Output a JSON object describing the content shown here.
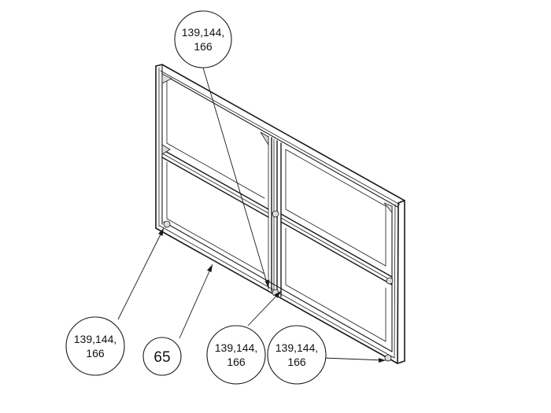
{
  "callouts": [
    {
      "id": "top",
      "line1": "139,144,",
      "line2": "166"
    },
    {
      "id": "bottom-left",
      "line1": "139,144,",
      "line2": "166"
    },
    {
      "id": "mid",
      "line1": "65",
      "line2": ""
    },
    {
      "id": "bottom-center",
      "line1": "139,144,",
      "line2": "166"
    },
    {
      "id": "bottom-right",
      "line1": "139,144,",
      "line2": "166"
    }
  ]
}
